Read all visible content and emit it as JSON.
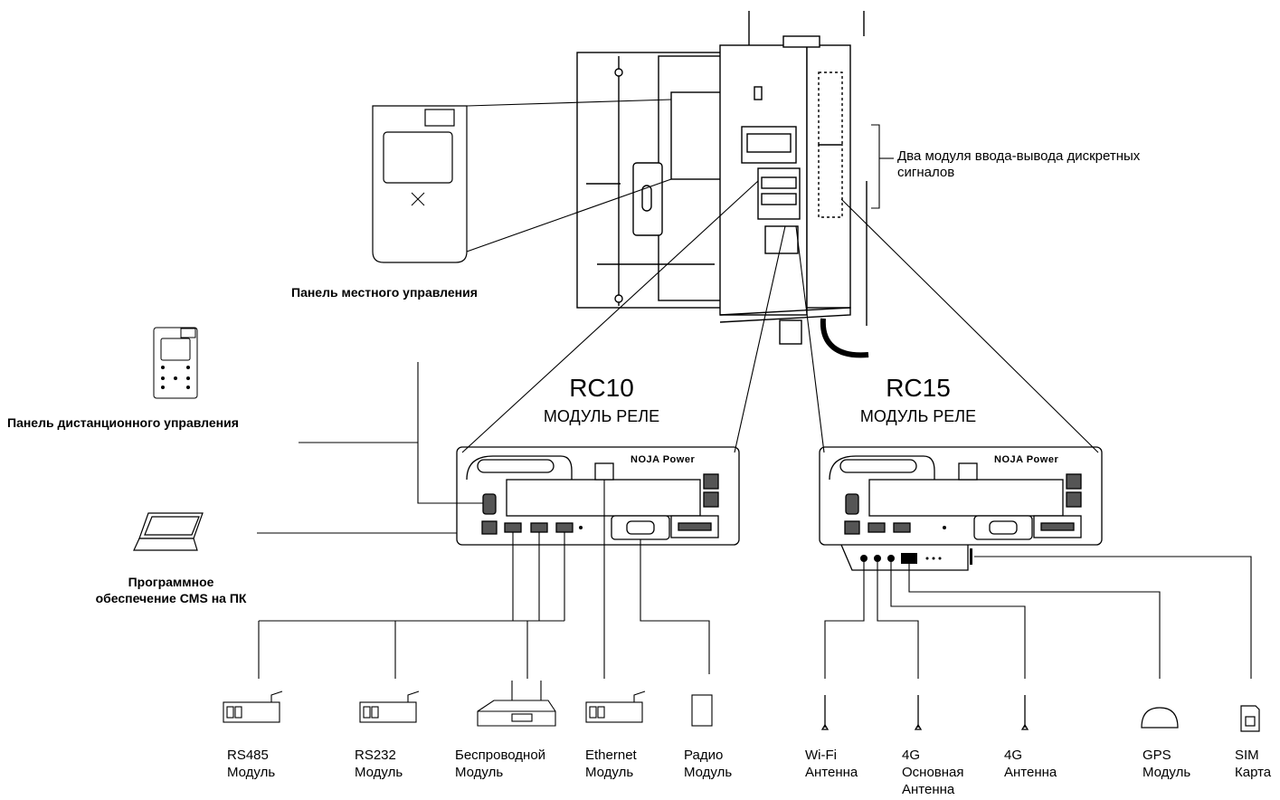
{
  "labels": {
    "local_panel": "Панель местного управления",
    "remote_panel": "Панель дистанционного управления",
    "cms_line1": "Программное",
    "cms_line2": "обеспечение CMS на ПК",
    "io_line1": "Два модуля ввода-вывода дискретных",
    "io_line2": "сигналов"
  },
  "rc10": {
    "title": "RC10",
    "subtitle": "МОДУЛЬ РЕЛЕ",
    "brand": "NOJA Power"
  },
  "rc15": {
    "title": "RC15",
    "subtitle": "МОДУЛЬ РЕЛЕ",
    "brand": "NOJA Power"
  },
  "devices": {
    "rs485": [
      "RS485",
      "Модуль"
    ],
    "rs232": [
      "RS232",
      "Модуль"
    ],
    "wireless": [
      "Беспроводной",
      "Модуль"
    ],
    "ethernet": [
      "Ethernet",
      "Модуль"
    ],
    "radio": [
      "Радио",
      "Модуль"
    ],
    "wifi": [
      "Wi-Fi",
      "Антенна"
    ],
    "g4main": [
      "4G",
      "Основная",
      "Антенна"
    ],
    "g4": [
      "4G",
      "Антенна"
    ],
    "gps": [
      "GPS",
      "Модуль"
    ],
    "sim": [
      "SIM",
      "Карта"
    ]
  }
}
